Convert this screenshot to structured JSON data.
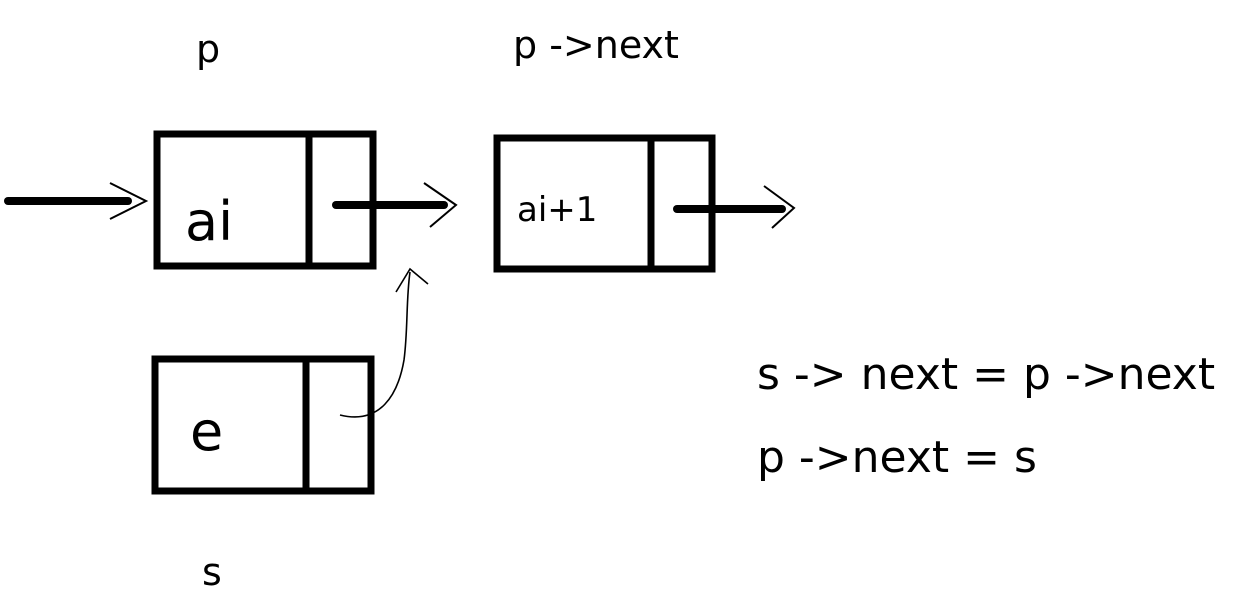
{
  "labels": {
    "pointer_p": "p",
    "pointer_p_next": "p ->next",
    "pointer_s": "s"
  },
  "nodes": {
    "ai": {
      "data": "ai"
    },
    "ai_plus_1": {
      "data": "ai+1"
    },
    "e": {
      "data": "e"
    }
  },
  "code": {
    "line1": "s -> next = p ->next",
    "line2": "p ->next = s"
  },
  "colors": {
    "ink": "#000000",
    "background": "#ffffff"
  }
}
